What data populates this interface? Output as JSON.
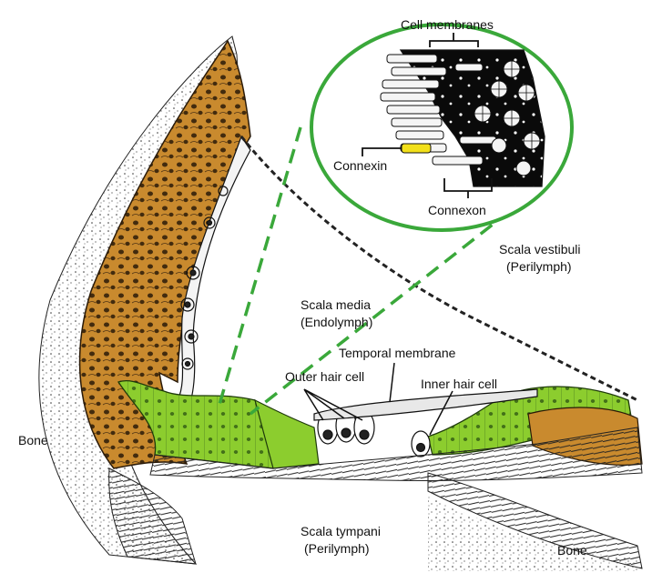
{
  "labels": {
    "cell_membranes": "Cell membranes",
    "connexin": "Connexin",
    "connexon": "Connexon",
    "scala_vestibuli": "Scala vestibuli",
    "scala_vestibuli_fluid": "(Perilymph)",
    "scala_media": "Scala media",
    "scala_media_fluid": "(Endolymph)",
    "temporal_membrane": "Temporal membrane",
    "outer_hair_cell": "Outer hair cell",
    "inner_hair_cell": "Inner hair cell",
    "bone_left": "Bone",
    "bone_right": "Bone",
    "scala_tympani": "Scala tympani",
    "scala_tympani_fluid": "(Perilymph)"
  },
  "colors": {
    "bone_tissue": "#c98a2e",
    "support_cells": "#8ccd2e",
    "magnifier_ring": "#3aa83a",
    "connexin_highlight": "#f2e01a",
    "ink": "#111111"
  }
}
